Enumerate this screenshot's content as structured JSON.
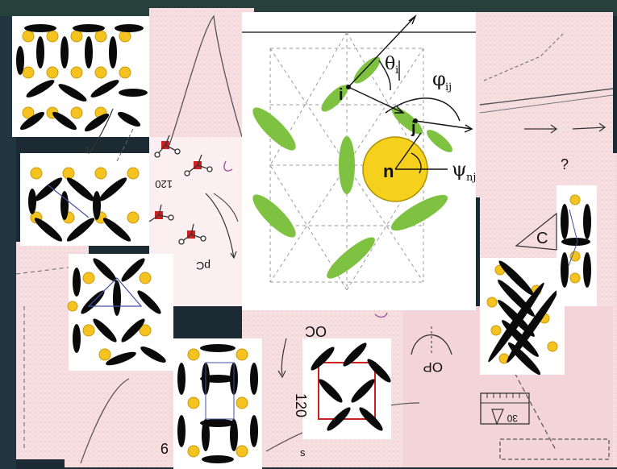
{
  "colors": {
    "background": "#1b2a33",
    "paper": "#f6dde0",
    "paper_light": "#fbeff1",
    "ellipse_black": "#0a0a0a",
    "molecule_green": "#7fc241",
    "particle_yellow": "#f5d01c",
    "particle_orange": "#e0a020",
    "marker_red": "#cc2020"
  },
  "center_diagram": {
    "labels": {
      "theta": "θ",
      "theta_sub": "i",
      "phi": "φ",
      "phi_sub": "ij",
      "psi": "ψ",
      "psi_sub": "nj",
      "i": "i",
      "j": "j",
      "n": "n"
    }
  },
  "fragments": {
    "question_mark": "?",
    "c_label": "C",
    "pc_label": "pC",
    "num_120_top": "120",
    "num_120_bottom": "120",
    "oc_label": "OC",
    "op_label": "OP",
    "num_9": "9",
    "s_label": "s",
    "rotated_30": "30"
  }
}
